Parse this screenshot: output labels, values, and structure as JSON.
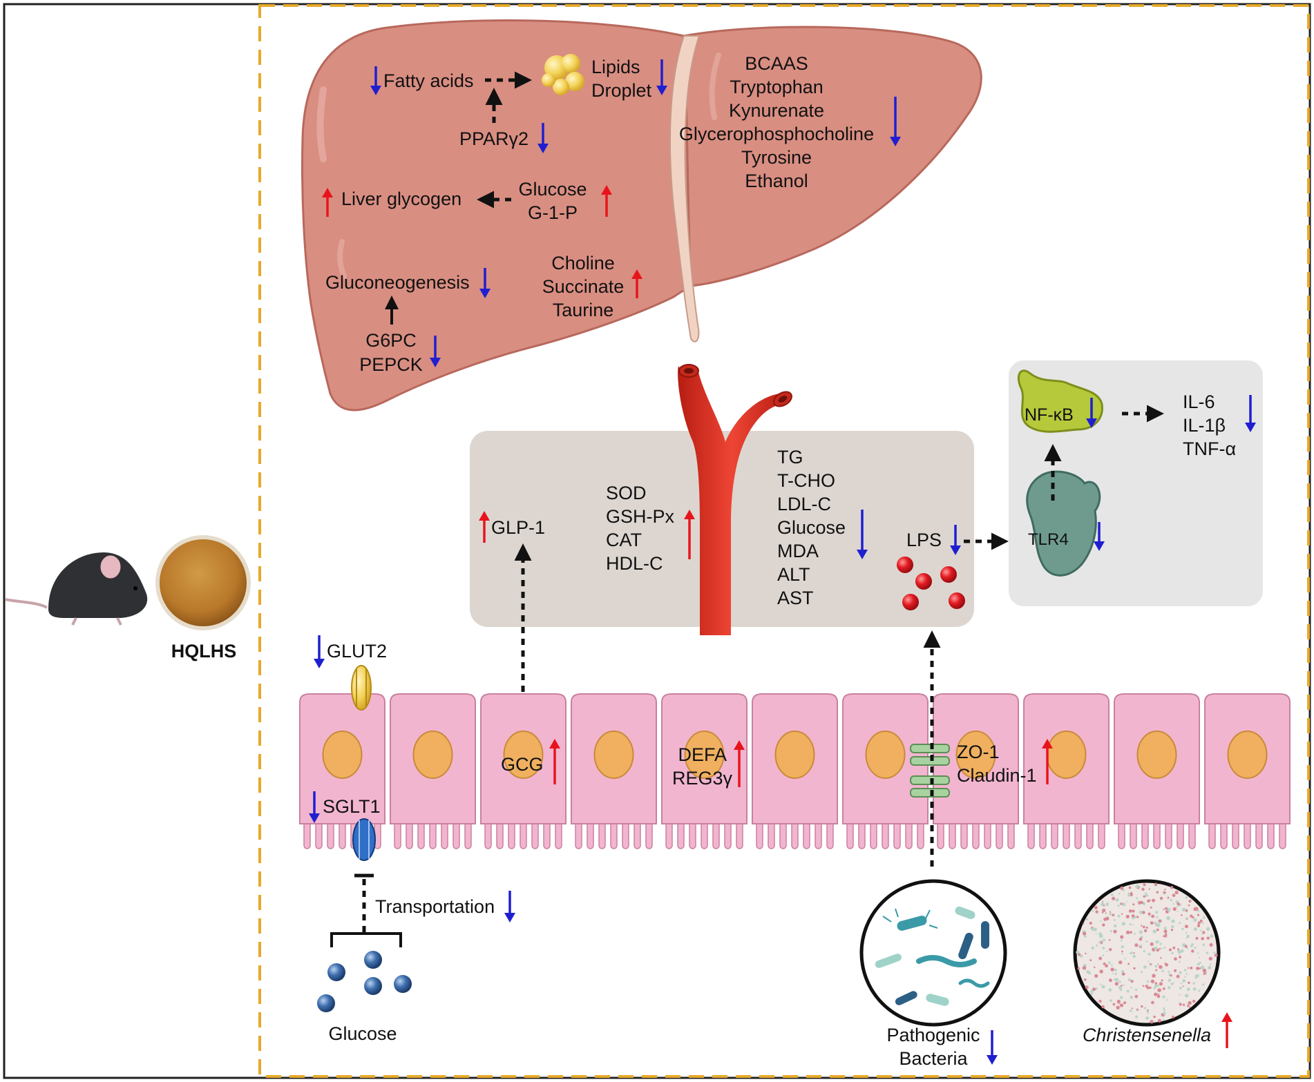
{
  "colors": {
    "up_arrow": "#e8141c",
    "down_arrow": "#1f1fd0",
    "liver": "#d98e82",
    "frame": "#e8a92a",
    "panel": "#ddd6d0",
    "inflam_panel": "#e6e6e6",
    "cell": "#f2b5cf",
    "nucleus": "#f0b060"
  },
  "subject": {
    "label": "HQLHS"
  },
  "liver": {
    "fatty_acids": "Fatty acids",
    "lipids": "Lipids",
    "droplet": "Droplet",
    "ppar": "PPARγ2",
    "liver_glycogen": "Liver glycogen",
    "glucose": "Glucose",
    "g1p": "G-1-P",
    "gluconeogenesis": "Gluconeogenesis",
    "g6pc": "G6PC",
    "pepck": "PEPCK",
    "choline": "Choline",
    "succinate": "Succinate",
    "taurine": "Taurine",
    "metabolites": [
      "BCAAS",
      "Tryptophan",
      "Kynurenate",
      "Glycerophosphocholine",
      "Tyrosine",
      "Ethanol"
    ]
  },
  "serum": {
    "glp1": "GLP-1",
    "antioxidants": [
      "SOD",
      "GSH-Px",
      "CAT",
      "HDL-C"
    ],
    "lipids_markers": [
      "TG",
      "T-CHO",
      "LDL-C",
      "Glucose",
      "MDA",
      "ALT",
      "AST"
    ],
    "lps": "LPS"
  },
  "inflammation": {
    "tlr4": "TLR4",
    "nfkb": "NF-κB",
    "cytokines": [
      "IL-6",
      "IL-1β",
      "TNF-α"
    ]
  },
  "intestine": {
    "glut2": "GLUT2",
    "sglt1": "SGLT1",
    "gcg": "GCG",
    "defa": "DEFA",
    "reg3g": "REG3γ",
    "zo1": "ZO-1",
    "claudin1": "Claudin-1",
    "transportation": "Transportation",
    "glucose": "Glucose"
  },
  "microbiota": {
    "pathogenic_line1": "Pathogenic",
    "pathogenic_line2": "Bacteria",
    "christensenella": "Christensenella"
  }
}
